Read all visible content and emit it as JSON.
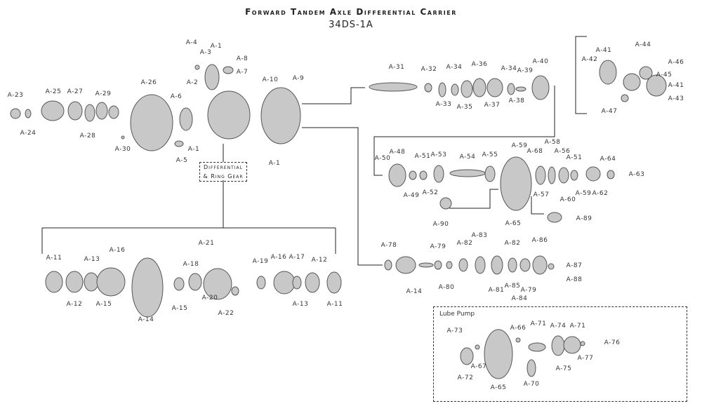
{
  "header": {
    "title": "Forward Tandem Axle Differential Carrier",
    "model": "34DS-1A"
  },
  "callouts": {
    "differential_ring_gear_line1": "Differential",
    "differential_ring_gear_line2": "& Ring Gear",
    "lube_pump": "Lube Pump"
  },
  "part_labels": [
    "A-23",
    "A-24",
    "A-25",
    "A-27",
    "A-28",
    "A-29",
    "A-26",
    "A-30",
    "A-4",
    "A-3",
    "A-1",
    "A-8",
    "A-7",
    "A-2",
    "A-6",
    "A-1",
    "A-5",
    "A-10",
    "A-9",
    "A-1",
    "A-31",
    "A-32",
    "A-34",
    "A-36",
    "A-34",
    "A-39",
    "A-40",
    "A-33",
    "A-35",
    "A-37",
    "A-38",
    "A-41",
    "A-42",
    "A-44",
    "A-46",
    "A-45",
    "A-41",
    "A-43",
    "A-47",
    "A-50",
    "A-48",
    "A-51",
    "A-53",
    "A-54",
    "A-55",
    "A-59",
    "A-68",
    "A-58",
    "A-56",
    "A-51",
    "A-64",
    "A-63",
    "A-49",
    "A-52",
    "A-57",
    "A-60",
    "A-59",
    "A-62",
    "A-90",
    "A-65",
    "A-89",
    "A-78",
    "A-79",
    "A-82",
    "A-83",
    "A-82",
    "A-86",
    "A-87",
    "A-88",
    "A-14",
    "A-80",
    "A-81",
    "A-85",
    "A-79",
    "A-84",
    "A-73",
    "A-66",
    "A-71",
    "A-74",
    "A-71",
    "A-76",
    "A-77",
    "A-75",
    "A-67",
    "A-72",
    "A-70",
    "A-65",
    "A-11",
    "A-13",
    "A-16",
    "A-12",
    "A-15",
    "A-14",
    "A-21",
    "A-18",
    "A-15",
    "A-20",
    "A-22",
    "A-19",
    "A-16",
    "A-17",
    "A-12",
    "A-13",
    "A-11"
  ],
  "colors": {
    "line": "#222222",
    "part_fill": "#c8c8c8",
    "part_stroke": "#555555"
  }
}
